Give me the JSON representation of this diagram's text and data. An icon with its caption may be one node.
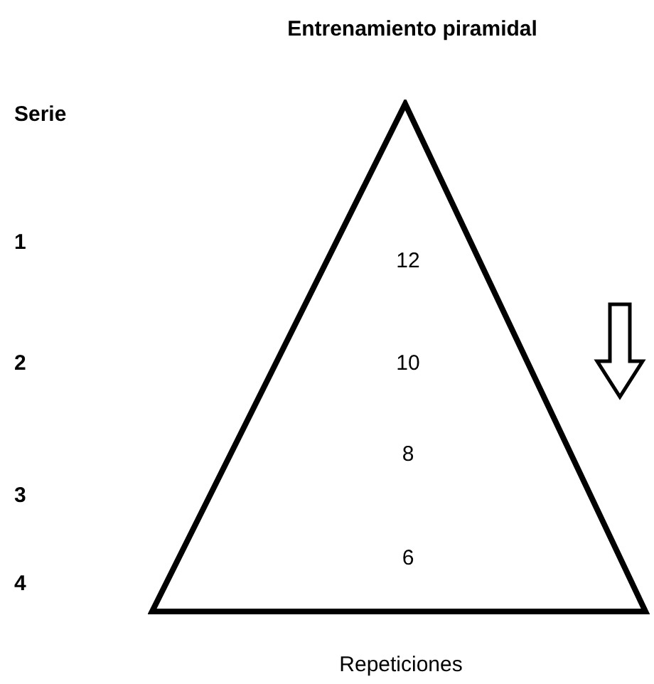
{
  "diagram": {
    "title": "Entrenamiento piramidal",
    "nodes": [
      {
        "text": [
          "12",
          "10",
          "8",
          "6"
        ]
      }
    ],
    "edges": [],
    "labels": [
      "Serie",
      "1",
      "2",
      "3",
      "4",
      "Repeticiones"
    ]
  }
}
